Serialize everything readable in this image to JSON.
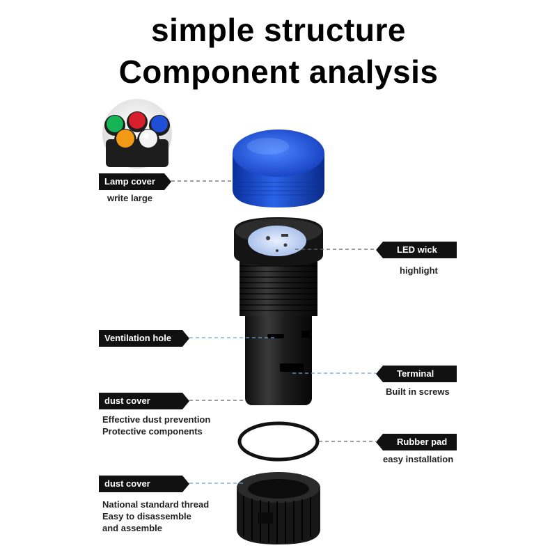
{
  "title": {
    "line1": "simple structure",
    "line2": "Component analysis"
  },
  "callouts": {
    "lamp_cover": {
      "label": "Lamp cover",
      "desc": [
        "write large"
      ]
    },
    "led_wick": {
      "label": "LED wick",
      "desc": [
        "highlight"
      ]
    },
    "ventilation_hole": {
      "label": "Ventilation hole",
      "desc": []
    },
    "terminal": {
      "label": "Terminal",
      "desc": [
        "Built in screws"
      ]
    },
    "dust_cover_1": {
      "label": "dust cover",
      "desc": [
        "Effective dust prevention",
        "Protective components"
      ]
    },
    "rubber_pad": {
      "label": "Rubber pad",
      "desc": [
        "easy installation"
      ]
    },
    "dust_cover_2": {
      "label": "dust cover",
      "desc": [
        "National standard thread",
        "Easy to disassemble",
        "and assemble"
      ]
    }
  },
  "colors": {
    "tag_bg": "#111111",
    "lens_blue": "#1e50d6",
    "body_black": "#1a1a1a",
    "leader_dark": "#666666",
    "leader_blue": "#6f9fd8"
  }
}
